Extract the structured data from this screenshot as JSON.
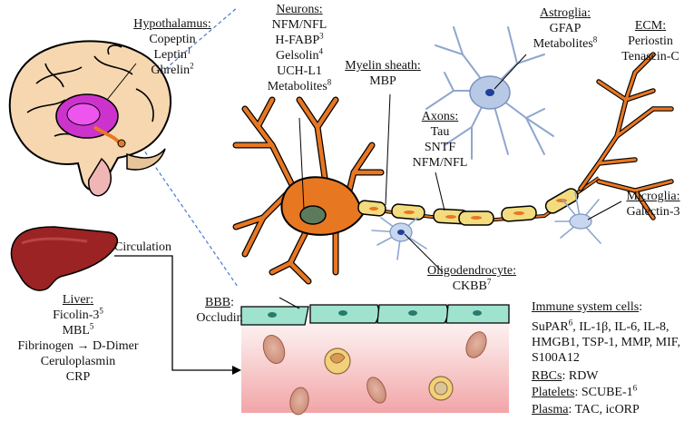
{
  "hypothalamus": {
    "heading": "Hypothalamus",
    "items": [
      {
        "text": "Copeptin",
        "sup": ""
      },
      {
        "text": "Leptin",
        "sup": "1"
      },
      {
        "text": "Ghrelin",
        "sup": "2"
      }
    ]
  },
  "neurons": {
    "heading": "Neurons",
    "items": [
      {
        "text": "NFM/NFL",
        "sup": ""
      },
      {
        "text": "H-FABP",
        "sup": "3"
      },
      {
        "text": "Gelsolin",
        "sup": "4"
      },
      {
        "text": "UCH-L1",
        "sup": ""
      },
      {
        "text": "Metabolites",
        "sup": "8"
      }
    ]
  },
  "myelin": {
    "heading": "Myelin sheath",
    "items": [
      {
        "text": "MBP",
        "sup": ""
      }
    ]
  },
  "axons": {
    "heading": "Axons",
    "items": [
      {
        "text": "Tau",
        "sup": ""
      },
      {
        "text": "SNTF",
        "sup": ""
      },
      {
        "text": "NFM/NFL",
        "sup": ""
      }
    ]
  },
  "astroglia": {
    "heading": "Astroglia",
    "items": [
      {
        "text": "GFAP",
        "sup": ""
      },
      {
        "text": "Metabolites",
        "sup": "8"
      }
    ]
  },
  "ecm": {
    "heading": "ECM",
    "items": [
      {
        "text": "Periostin",
        "sup": ""
      },
      {
        "text": "Tenascin-C",
        "sup": ""
      }
    ]
  },
  "microglia": {
    "heading": "Microglia",
    "items": [
      {
        "text": "Galectin-3",
        "sup": ""
      }
    ]
  },
  "oligodendrocyte": {
    "heading": "Oligodendrocyte",
    "items": [
      {
        "text": "CKBB",
        "sup": "7"
      }
    ]
  },
  "circulation": {
    "text": "Circulation"
  },
  "liver": {
    "heading": "Liver",
    "items": [
      {
        "text": "Ficolin-3",
        "sup": "5"
      },
      {
        "text": "MBL",
        "sup": "5"
      },
      {
        "text": "Fibrinogen → D-Dimer",
        "sup": ""
      },
      {
        "text": "Ceruloplasmin",
        "sup": ""
      },
      {
        "text": "CRP",
        "sup": ""
      }
    ]
  },
  "bbb": {
    "heading": "BBB",
    "items": [
      {
        "text": "Occludin",
        "sup": ""
      }
    ]
  },
  "immune": {
    "heading": "Immune system cells",
    "lines": [
      [
        {
          "text": "SuPAR",
          "sup": "6"
        },
        {
          "text": ", IL-1β, IL-6, IL-8,",
          "sup": ""
        }
      ],
      [
        {
          "text": "HMGB1, TSP-1, MMP, MIF,",
          "sup": ""
        }
      ],
      [
        {
          "text": "S100A12",
          "sup": ""
        }
      ]
    ]
  },
  "rbcs": {
    "heading": "RBCs",
    "text": "RDW"
  },
  "platelets": {
    "heading": "Platelets",
    "text": "SCUBE-1",
    "sup": "6"
  },
  "plasma": {
    "heading": "Plasma",
    "text": "TAC, icORP"
  },
  "colors": {
    "neuron": "#e87722",
    "myelin": "#f3dc7e",
    "glia": "#b8c9e6",
    "brain": "#f6d7b0",
    "limbic": "#cc33cc",
    "liver": "#9b2323",
    "endothelium": "#9fe3cf",
    "vessel": "#f2b8b8",
    "rbc": "#dc9c88",
    "guide": "#4a78d0"
  }
}
